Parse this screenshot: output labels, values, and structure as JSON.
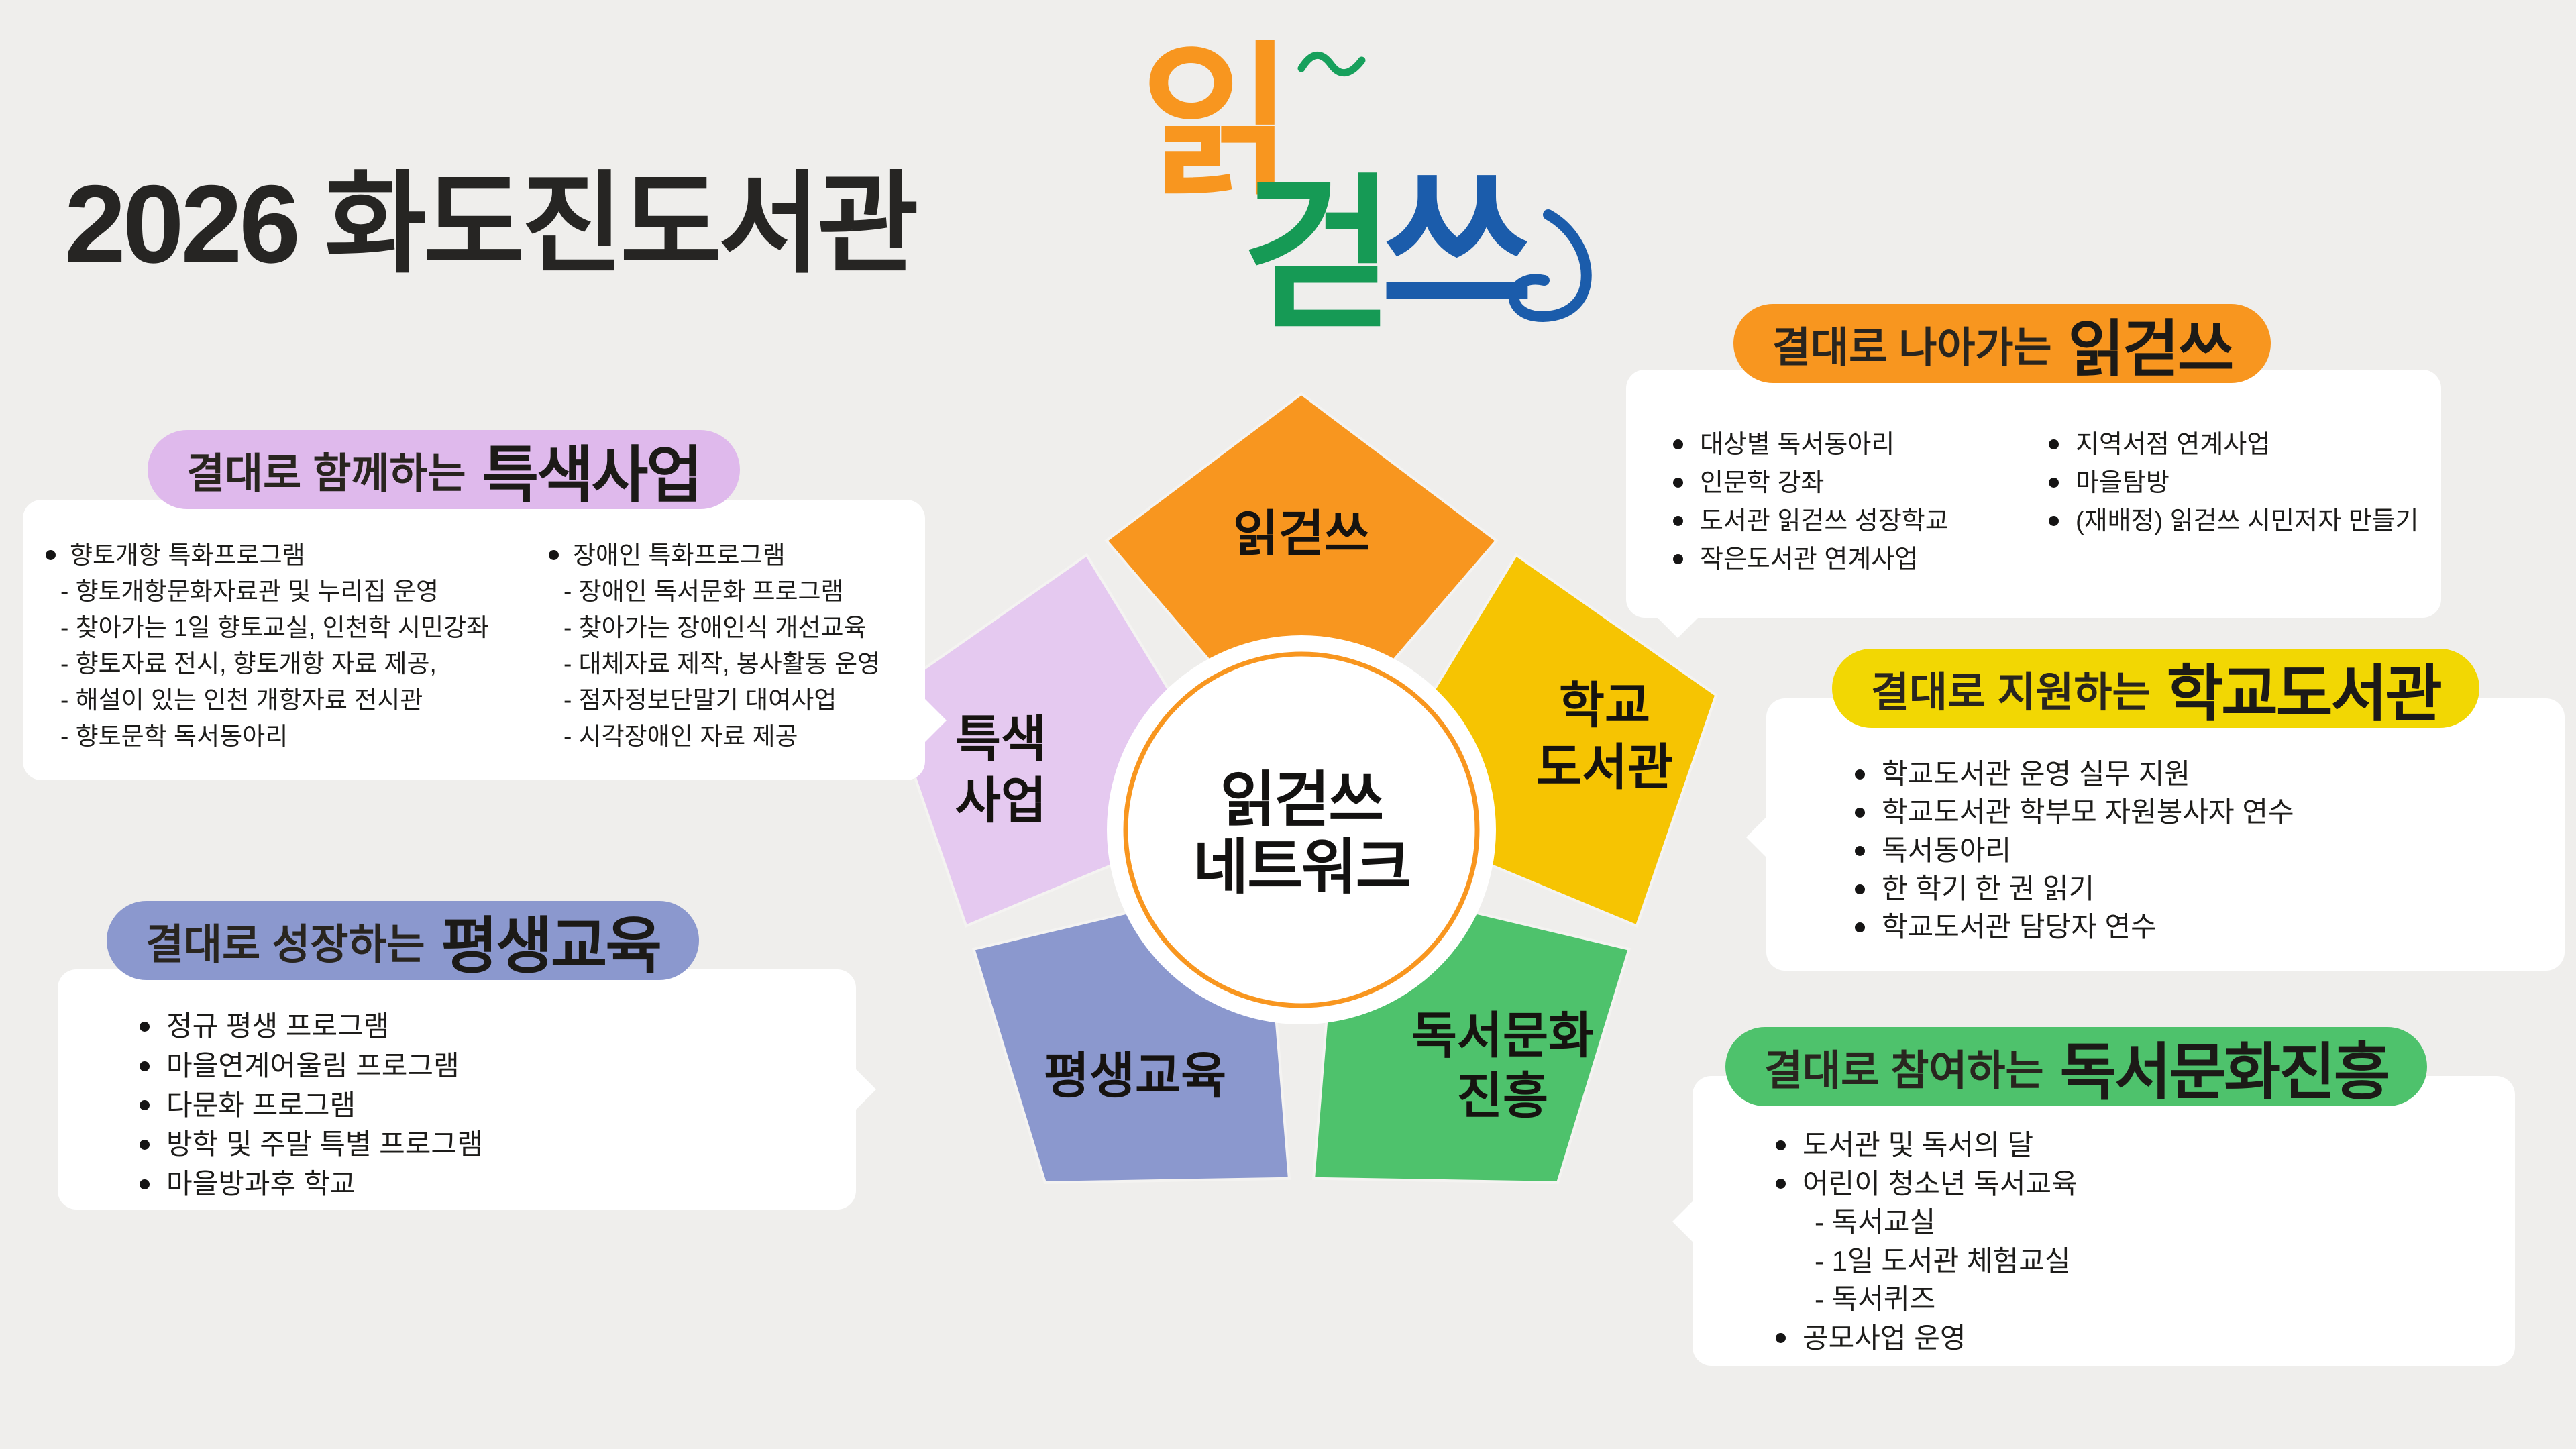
{
  "title": "2026 화도진도서관",
  "colors": {
    "background": "#efeeec",
    "orange": "#f8961f",
    "gold": "#f6c402",
    "yellow_pill": "#f2d703",
    "green": "#4ec26c",
    "periwinkle": "#8b98ce",
    "lavender": "#e5c9f0",
    "lavender_pill": "#dfb9ec",
    "logo_orange": "#f8961f",
    "logo_green": "#169a55",
    "logo_teal": "#17a05c",
    "logo_blue": "#1b5cab"
  },
  "logo": {
    "char1": "읽",
    "char2": "걷",
    "char3": "쓰"
  },
  "center": {
    "lines": [
      "읽걷쓰",
      "네트워크"
    ]
  },
  "petals": [
    {
      "name": "읽걷쓰",
      "color": "#f8961f",
      "lines": [
        "읽걷쓰"
      ]
    },
    {
      "name": "학교도서관",
      "color": "#f6c402",
      "lines": [
        "학교",
        "도서관"
      ]
    },
    {
      "name": "독서문화진흥",
      "color": "#4ec26c",
      "lines": [
        "독서문화",
        "진흥"
      ]
    },
    {
      "name": "평생교육",
      "color": "#8b98ce",
      "lines": [
        "평생교육"
      ]
    },
    {
      "name": "특색사업",
      "color": "#e5c9f0",
      "lines": [
        "특색",
        "사업"
      ]
    }
  ],
  "callouts": {
    "special": {
      "prefix": "결대로 함께하는",
      "title": "특색사업",
      "color": "#dfb9ec",
      "col1": [
        "향토개항 특화프로그램",
        "- 향토개항문화자료관 및 누리집 운영",
        "- 찾아가는 1일 향토교실, 인천학 시민강좌",
        "- 향토자료 전시, 향토개항 자료 제공,",
        "- 해설이 있는 인천 개항자료 전시관",
        "- 향토문학 독서동아리"
      ],
      "col2": [
        "장애인 특화프로그램",
        "- 장애인 독서문화 프로그램",
        "- 찾아가는 장애인식 개선교육",
        "- 대체자료 제작, 봉사활동 운영",
        "- 점자정보단말기 대여사업",
        "- 시각장애인 자료 제공"
      ]
    },
    "rww": {
      "prefix": "결대로 나아가는",
      "title": "읽걷쓰",
      "color": "#f8961f",
      "col1": [
        "대상별 독서동아리",
        "인문학 강좌",
        "도서관 읽걷쓰 성장학교",
        "작은도서관 연계사업"
      ],
      "col2": [
        "지역서점 연계사업",
        "마을탐방",
        "(재배정) 읽걷쓰 시민저자 만들기"
      ]
    },
    "school": {
      "prefix": "결대로 지원하는",
      "title": "학교도서관",
      "color": "#f2d703",
      "items": [
        "학교도서관 운영 실무 지원",
        "학교도서관 학부모 자원봉사자 연수",
        "독서동아리",
        "한 학기 한 권 읽기",
        "학교도서관 담당자 연수"
      ]
    },
    "lifelong": {
      "prefix": "결대로 성장하는",
      "title": "평생교육",
      "color": "#8b98ce",
      "items": [
        "정규 평생 프로그램",
        "마을연계어울림 프로그램",
        "다문화 프로그램",
        "방학 및 주말 특별 프로그램",
        "마을방과후 학교"
      ]
    },
    "reading": {
      "prefix": "결대로 참여하는",
      "title": "독서문화진흥",
      "color": "#4ec26c",
      "items": [
        "도서관 및 독서의 달",
        "어린이 청소년 독서교육",
        "- 독서교실",
        "- 1일 도서관 체험교실",
        "- 독서퀴즈",
        "공모사업 운영"
      ]
    }
  }
}
